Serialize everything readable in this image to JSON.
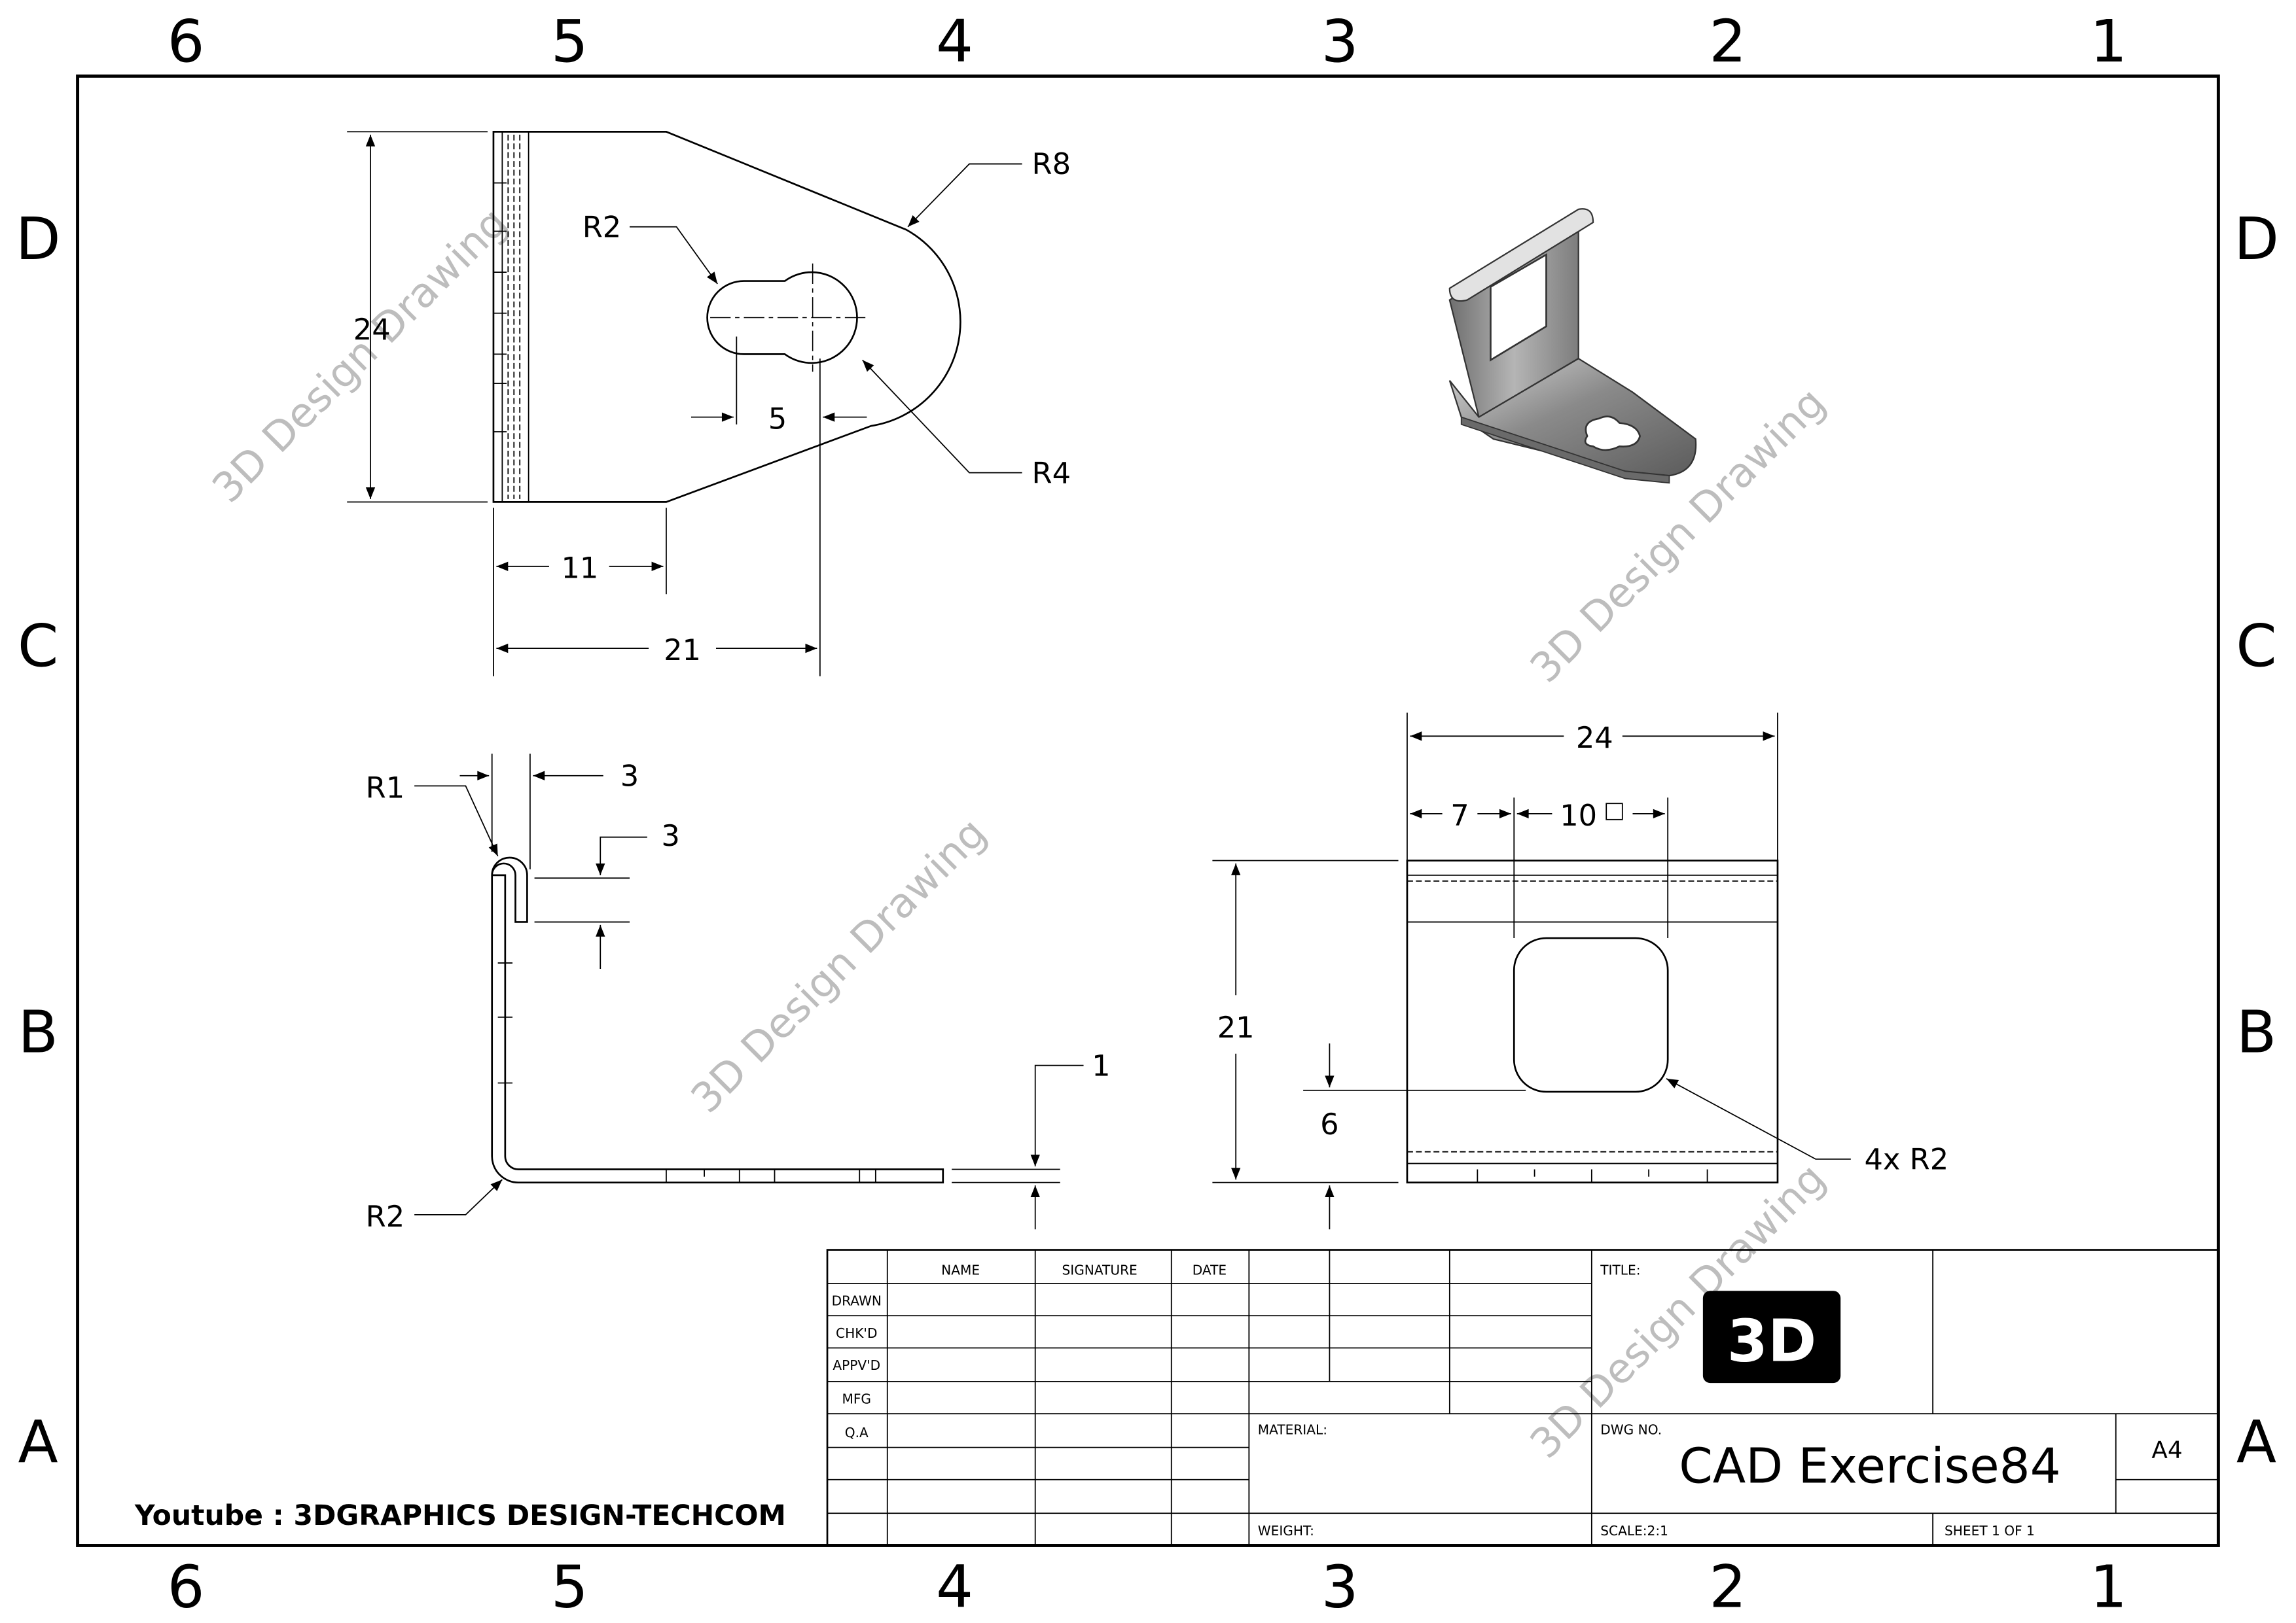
{
  "zones": {
    "columns": [
      "6",
      "5",
      "4",
      "3",
      "2",
      "1"
    ],
    "rows": [
      "D",
      "C",
      "B",
      "A"
    ]
  },
  "watermark": "3D Design Drawing",
  "footer": {
    "youtube": "Youtube : 3DGRAPHICS DESIGN-TECHCOM"
  },
  "top_view": {
    "dims": {
      "height": "24",
      "r2": "R2",
      "r8": "R8",
      "r4": "R4",
      "slot": "5",
      "len11": "11",
      "len21": "21"
    }
  },
  "side_view": {
    "dims": {
      "r1": "R1",
      "gap": "3",
      "hem": "3",
      "thickness": "1",
      "r2": "R2"
    }
  },
  "front_view": {
    "dims": {
      "width": "24",
      "offset": "7",
      "square": "10",
      "height": "21",
      "bottom": "6",
      "corner": "4x R2"
    }
  },
  "title_block": {
    "headers": [
      "NAME",
      "SIGNATURE",
      "DATE"
    ],
    "rows": [
      "DRAWN",
      "CHK'D",
      "APPV'D",
      "MFG",
      "Q.A"
    ],
    "title_label": "TITLE:",
    "logo": "3D",
    "material_label": "MATERIAL:",
    "weight_label": "WEIGHT:",
    "dwg_no_label": "DWG NO.",
    "dwg_no": "CAD Exercise84",
    "size": "A4",
    "scale": "SCALE:2:1",
    "sheet": "SHEET 1 OF 1"
  }
}
